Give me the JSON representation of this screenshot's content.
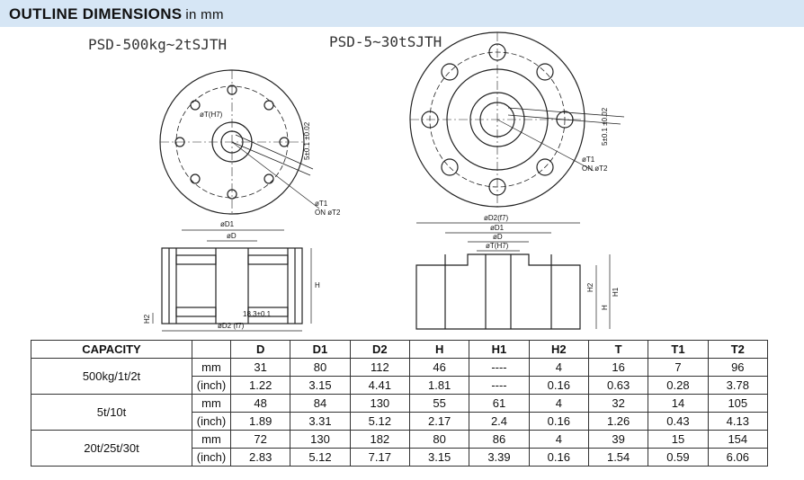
{
  "header": {
    "title": "OUTLINE DIMENSIONS",
    "unit_suffix": "in mm"
  },
  "drawing_left": {
    "title": "PSD-500kg~2tSJTH",
    "label_top_hole": "øT(H7)",
    "label_key": "5±0.1\n±0.02",
    "label_t1": "øT1",
    "label_t2": "ON øT2",
    "label_d1": "øD1",
    "label_d": "øD",
    "label_h": "H",
    "label_h2": "H2",
    "label_d2": "øD2 (f7)",
    "label_dim": "18.3±0.1"
  },
  "drawing_right": {
    "title": "PSD-5~30tSJTH",
    "label_key": "5±0.1\n±0.02",
    "label_t1": "øT1",
    "label_t2": "ON øT2",
    "label_d2": "øD2(f7)",
    "label_d1": "øD1",
    "label_d": "øD",
    "label_th": "øT(H7)",
    "label_h2": "H2",
    "label_h": "H",
    "label_h1": "H1"
  },
  "table": {
    "headers": [
      "CAPACITY",
      "",
      "D",
      "D1",
      "D2",
      "H",
      "H1",
      "H2",
      "T",
      "T1",
      "T2"
    ],
    "groups": [
      {
        "capacity": "500kg/1t/2t",
        "rows": [
          {
            "unit": "mm",
            "values": [
              "31",
              "80",
              "112",
              "46",
              "----",
              "4",
              "16",
              "7",
              "96"
            ]
          },
          {
            "unit": "(inch)",
            "values": [
              "1.22",
              "3.15",
              "4.41",
              "1.81",
              "----",
              "0.16",
              "0.63",
              "0.28",
              "3.78"
            ]
          }
        ]
      },
      {
        "capacity": "5t/10t",
        "rows": [
          {
            "unit": "mm",
            "values": [
              "48",
              "84",
              "130",
              "55",
              "61",
              "4",
              "32",
              "14",
              "105"
            ]
          },
          {
            "unit": "(inch)",
            "values": [
              "1.89",
              "3.31",
              "5.12",
              "2.17",
              "2.4",
              "0.16",
              "1.26",
              "0.43",
              "4.13"
            ]
          }
        ]
      },
      {
        "capacity": "20t/25t/30t",
        "rows": [
          {
            "unit": "mm",
            "values": [
              "72",
              "130",
              "182",
              "80",
              "86",
              "4",
              "39",
              "15",
              "154"
            ]
          },
          {
            "unit": "(inch)",
            "values": [
              "2.83",
              "5.12",
              "7.17",
              "3.15",
              "3.39",
              "0.16",
              "1.54",
              "0.59",
              "6.06"
            ]
          }
        ]
      }
    ]
  }
}
